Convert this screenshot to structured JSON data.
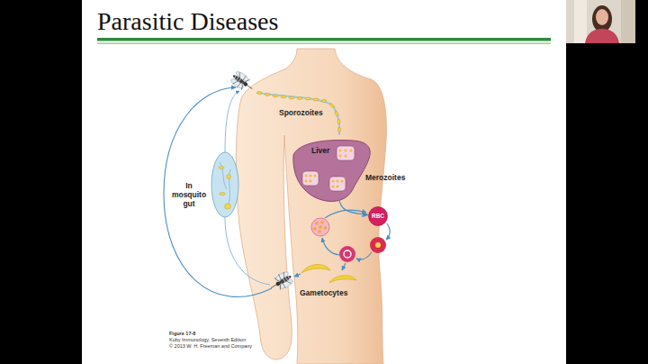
{
  "diagram": {
    "title": "Parasitic Diseases",
    "caption": "Figure 17-8",
    "nodes": [
      {
        "text": [
          "Liver"
        ]
      },
      {
        "text": [
          "RBC"
        ]
      }
    ],
    "edges": [
      {
        "from": 0,
        "to": 1,
        "arrow": "to"
      }
    ],
    "labels": [
      "Sporozoites",
      "Merozoites",
      "In mosquito gut",
      "Gametocytes",
      "Kuby Immunology, Seventh Edition",
      "© 2013 W. H. Freeman and Company"
    ]
  }
}
